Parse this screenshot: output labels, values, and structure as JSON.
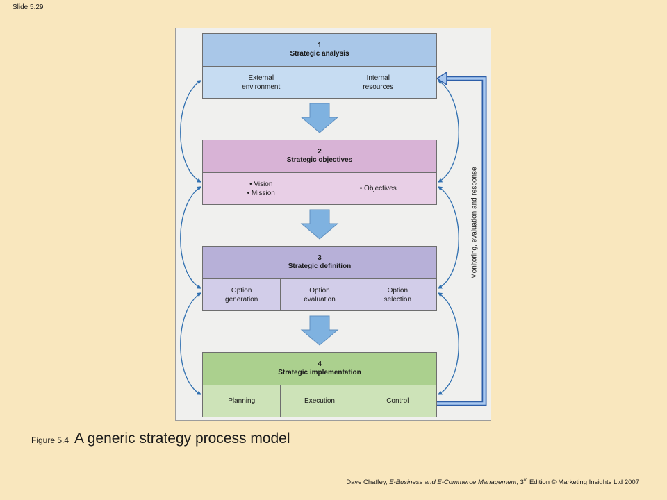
{
  "slide_number": "Slide 5.29",
  "stages": [
    {
      "number": "1",
      "title": "Strategic analysis",
      "cells": [
        "External\nenvironment",
        "Internal\nresources"
      ]
    },
    {
      "number": "2",
      "title": "Strategic objectives",
      "cells": [
        "• Vision\n• Mission",
        "• Objectives"
      ]
    },
    {
      "number": "3",
      "title": "Strategic definition",
      "cells": [
        "Option\ngeneration",
        "Option\nevaluation",
        "Option\nselection"
      ]
    },
    {
      "number": "4",
      "title": "Strategic implementation",
      "cells": [
        "Planning",
        "Execution",
        "Control"
      ]
    }
  ],
  "feedback_label": "Monitoring, evaluation and response",
  "caption": {
    "number": "Figure 5.4",
    "title": "A generic strategy process model"
  },
  "credits": {
    "author": "Dave Chaffey, ",
    "book": "E-Business and E-Commerce Management",
    "edition_pre": ", 3",
    "edition_sup": "rd",
    "edition_post": " Edition © Marketing Insights Ltd 2007"
  },
  "colors": {
    "background": "#f9e7be",
    "down_arrow": "#7fb2e0",
    "feedback_arrow": "#5b8ed6",
    "cycle_arrow": "#2f6fb0"
  }
}
